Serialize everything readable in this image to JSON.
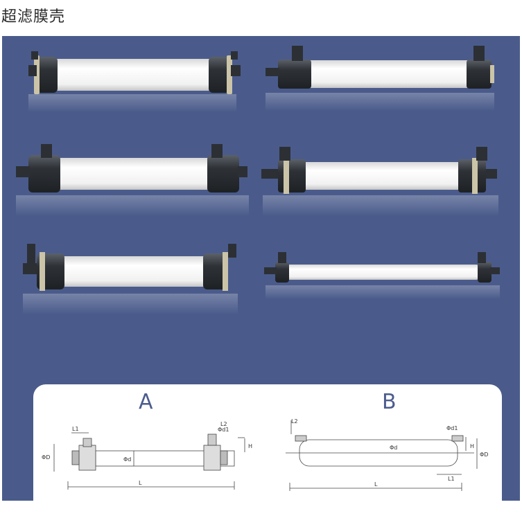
{
  "page": {
    "title": "超滤膜壳"
  },
  "drawings": {
    "a": {
      "letter": "A",
      "dims": {
        "l1": "L1",
        "l2": "L2",
        "phi_d_outer": "ΦD",
        "phi_d_inner": "Φd",
        "phi_d1": "Φd1",
        "h": "H",
        "l": "L"
      }
    },
    "b": {
      "letter": "B",
      "dims": {
        "l2": "L2",
        "phi_d1": "Φd1",
        "phi_d_inner": "Φd",
        "h": "H",
        "phi_d_outer": "ΦD",
        "l1": "L1",
        "l": "L"
      }
    }
  },
  "colors": {
    "panel": "#4a5b8b",
    "tube": "#f4f4f2",
    "end_cap": "#3a3e44",
    "clamp": "#c9c2a8",
    "letter": "#4c5c8d"
  }
}
